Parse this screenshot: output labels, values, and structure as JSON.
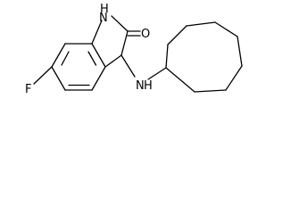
{
  "molecule": {
    "atoms": {
      "nh_ring": "H",
      "n_ring": "N",
      "o_carbonyl": "O",
      "f_substituent": "F",
      "n_amine": "N",
      "h_amine": "H"
    }
  }
}
